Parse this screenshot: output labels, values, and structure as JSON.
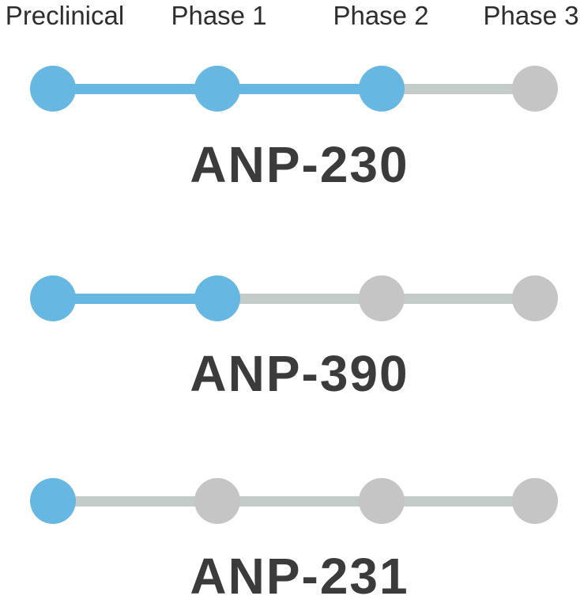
{
  "header": {
    "phases": [
      "Preclinical",
      "Phase 1",
      "Phase 2",
      "Phase 3"
    ]
  },
  "programs": [
    {
      "name": "ANP-230",
      "stages_completed": 3,
      "current_stage": "Phase 2"
    },
    {
      "name": "ANP-390",
      "stages_completed": 2,
      "current_stage": "Phase 1"
    },
    {
      "name": "ANP-231",
      "stages_completed": 1,
      "current_stage": "Preclinical"
    }
  ],
  "colors": {
    "active": "#66b7e1",
    "inactive_dot": "#c5c5c5",
    "inactive_line": "#c3ccc9",
    "program_label": "#3b3b3b",
    "phase_label": "#2e2e2e",
    "background": "#ffffff"
  },
  "chart_data": {
    "type": "line",
    "variant": "pipeline-progress-dots",
    "title": "",
    "categories": [
      "Preclinical",
      "Phase 1",
      "Phase 2",
      "Phase 3"
    ],
    "series": [
      {
        "name": "ANP-230",
        "values": [
          1,
          1,
          1,
          0
        ]
      },
      {
        "name": "ANP-390",
        "values": [
          1,
          1,
          0,
          0
        ]
      },
      {
        "name": "ANP-231",
        "values": [
          1,
          0,
          0,
          0
        ]
      }
    ],
    "value_meaning": "1 = stage reached (blue dot / blue connector), 0 = not reached (gray)",
    "legend": "none",
    "grid": false
  }
}
